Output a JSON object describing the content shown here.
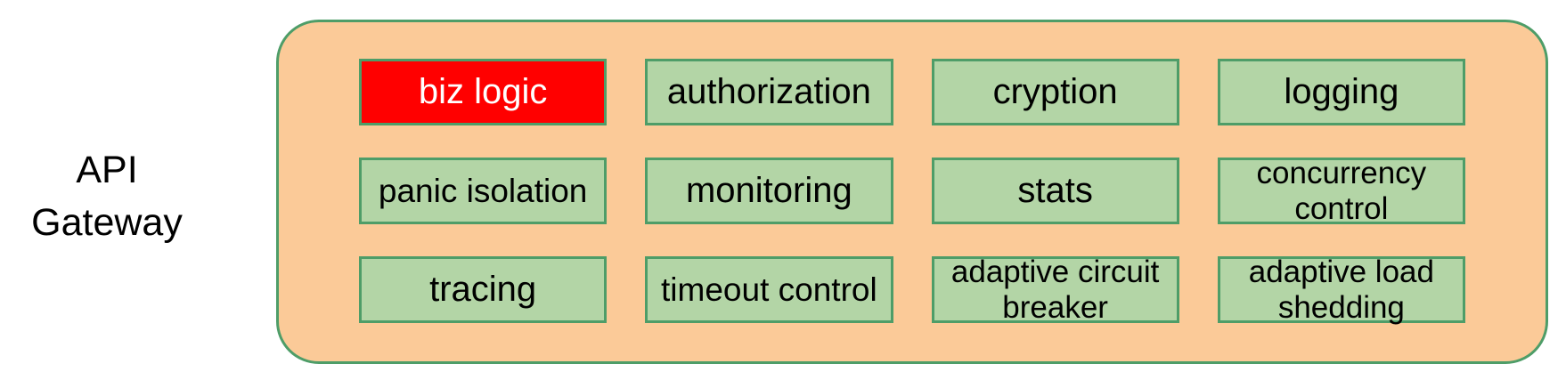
{
  "title": {
    "text": "API\nGateway"
  },
  "gateway": {
    "boxes": [
      {
        "label": "biz logic",
        "highlighted": true
      },
      {
        "label": "authorization",
        "highlighted": false
      },
      {
        "label": "cryption",
        "highlighted": false
      },
      {
        "label": "logging",
        "highlighted": false
      },
      {
        "label": "panic isolation",
        "highlighted": false
      },
      {
        "label": "monitoring",
        "highlighted": false
      },
      {
        "label": "stats",
        "highlighted": false
      },
      {
        "label": "concurrency\ncontrol",
        "highlighted": false
      },
      {
        "label": "tracing",
        "highlighted": false
      },
      {
        "label": "timeout control",
        "highlighted": false
      },
      {
        "label": "adaptive circuit\nbreaker",
        "highlighted": false
      },
      {
        "label": "adaptive load\nshedding",
        "highlighted": false
      }
    ]
  },
  "colors": {
    "container_fill": "#FBCA98",
    "container_border": "#4E9D68",
    "box_fill": "#B3D5A6",
    "box_border": "#4E9D68",
    "highlight_fill": "#FF0000",
    "highlight_text": "#FFFFFF",
    "text": "#000000"
  }
}
